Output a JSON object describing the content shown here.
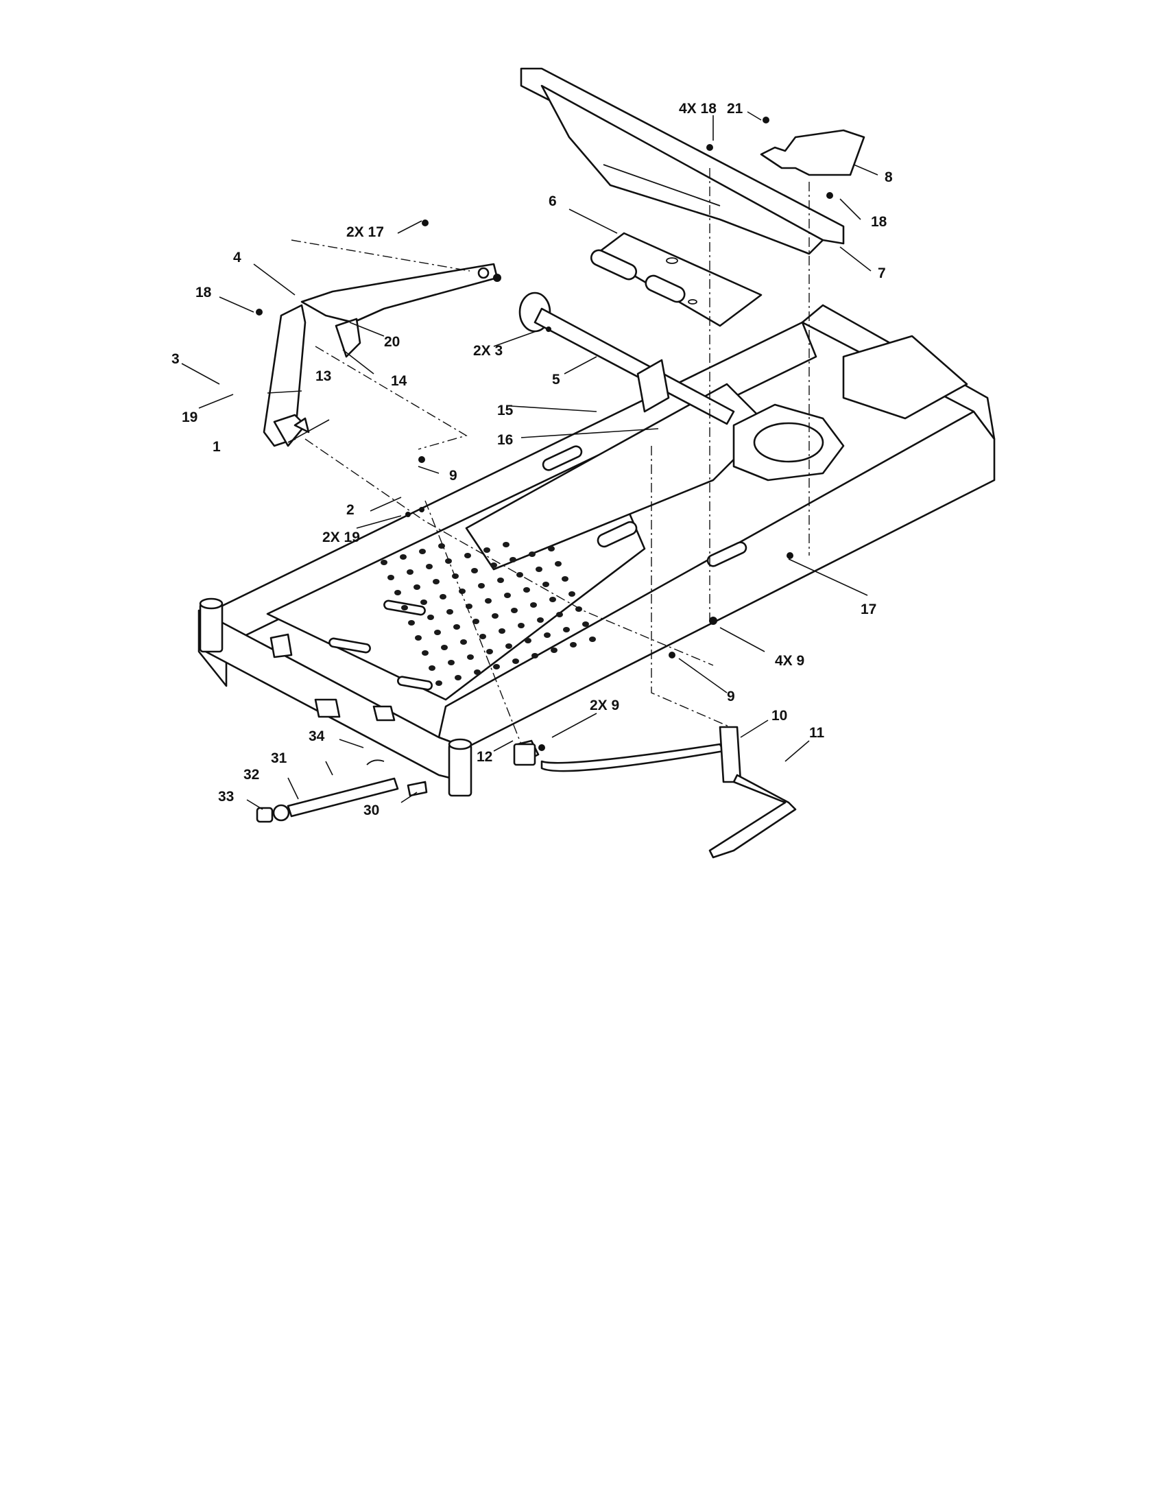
{
  "callouts": [
    {
      "id": "c1",
      "text": "1"
    },
    {
      "id": "c2",
      "text": "2"
    },
    {
      "id": "c2x19",
      "text": "2X 19"
    },
    {
      "id": "c3",
      "text": "3"
    },
    {
      "id": "c2x3",
      "text": "2X 3"
    },
    {
      "id": "c4",
      "text": "4"
    },
    {
      "id": "c5",
      "text": "5"
    },
    {
      "id": "c6",
      "text": "6"
    },
    {
      "id": "c7",
      "text": "7"
    },
    {
      "id": "c8",
      "text": "8"
    },
    {
      "id": "c9a",
      "text": "9"
    },
    {
      "id": "c9b",
      "text": "9"
    },
    {
      "id": "c4x9",
      "text": "4X 9"
    },
    {
      "id": "c2x9",
      "text": "2X 9"
    },
    {
      "id": "c10",
      "text": "10"
    },
    {
      "id": "c11",
      "text": "11"
    },
    {
      "id": "c12",
      "text": "12"
    },
    {
      "id": "c13",
      "text": "13"
    },
    {
      "id": "c14",
      "text": "14"
    },
    {
      "id": "c15",
      "text": "15"
    },
    {
      "id": "c16",
      "text": "16"
    },
    {
      "id": "c17",
      "text": "17"
    },
    {
      "id": "c2x17",
      "text": "2X 17"
    },
    {
      "id": "c18a",
      "text": "18"
    },
    {
      "id": "c18b",
      "text": "18"
    },
    {
      "id": "c4x18",
      "text": "4X 18"
    },
    {
      "id": "c19",
      "text": "19"
    },
    {
      "id": "c20",
      "text": "20"
    },
    {
      "id": "c21",
      "text": "21"
    },
    {
      "id": "c30",
      "text": "30"
    },
    {
      "id": "c31",
      "text": "31"
    },
    {
      "id": "c32",
      "text": "32"
    },
    {
      "id": "c33",
      "text": "33"
    },
    {
      "id": "c34",
      "text": "34"
    }
  ]
}
